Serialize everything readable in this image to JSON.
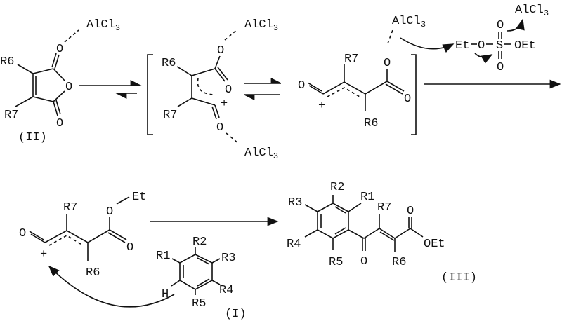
{
  "scheme": {
    "type": "reaction-scheme",
    "compound_II": {
      "label": "(II)",
      "substituents": [
        "R6",
        "R7"
      ],
      "atoms": [
        "O",
        "O",
        "O"
      ],
      "complexed_with": "AlCl3"
    },
    "intermediate_1": {
      "substituents": [
        "R6",
        "R7"
      ],
      "atoms": [
        "O",
        "O",
        "O"
      ],
      "charge": "+",
      "complexed_with": [
        "AlCl3",
        "AlCl3"
      ]
    },
    "intermediate_2": {
      "substituents": [
        "R7",
        "R6"
      ],
      "atoms": [
        "O",
        "O",
        "O"
      ],
      "charge": "+",
      "complexed_with": "AlCl3"
    },
    "reagent": {
      "formula": "Et-O-SO2-OEt",
      "parts": [
        "Et",
        "O",
        "S",
        "OEt",
        "O",
        "O"
      ],
      "product_acid": "AlCl3"
    },
    "intermediate_3": {
      "substituents": [
        "R7",
        "R6"
      ],
      "atoms": [
        "O",
        "O",
        "O"
      ],
      "ester": "Et",
      "charge": "+"
    },
    "compound_I": {
      "label": "(I)",
      "substituents": [
        "R1",
        "R2",
        "R3",
        "R4",
        "R5"
      ],
      "h": "H"
    },
    "compound_III": {
      "label": "(III)",
      "substituents": [
        "R1",
        "R2",
        "R3",
        "R4",
        "R5",
        "R6",
        "R7"
      ],
      "atoms": [
        "O",
        "O"
      ],
      "ester": "OEt"
    }
  },
  "labels": {
    "alcl3": "AlCl",
    "sub3": "3",
    "O": "O",
    "plus": "+",
    "R1": "R1",
    "R2": "R2",
    "R3": "R3",
    "R4": "R4",
    "R5": "R5",
    "R6": "R6",
    "R7": "R7",
    "Et": "Et",
    "OEt": "OEt",
    "S": "S",
    "H": "H",
    "II": "(II)",
    "I": "(I)",
    "III": "(III)"
  }
}
